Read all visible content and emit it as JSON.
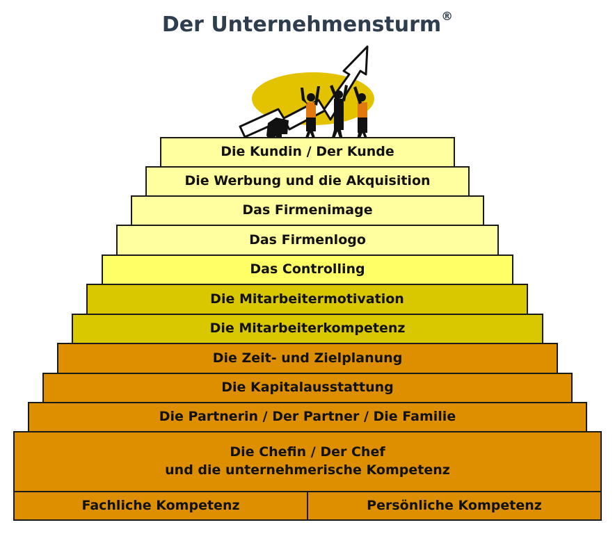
{
  "title": "Der Unternehmensturm",
  "title_mark": "®",
  "steps": [
    "Die Kundin / Der Kunde",
    "Die Werbung und die Akquisition",
    "Das Firmenimage",
    "Das Firmenlogo",
    "Das Controlling",
    "Die Mitarbeitermotivation",
    "Die Mitarbeiterkompetenz",
    "Die Zeit- und Zielplanung",
    "Die Kapitalausstattung",
    "Die Partnerin / Der Partner / Die Familie"
  ],
  "base": {
    "line1": "Die Chefin / Der Chef",
    "line2": "und die unternehmerische Kompetenz"
  },
  "foundation": {
    "left": "Fachliche Kompetenz",
    "right": "Persönliche Kompetenz"
  },
  "colors": {
    "pale": "#ffffa0",
    "bright": "#ffff66",
    "olive": "#d9c800",
    "orange": "#dd8f00",
    "title": "#2f3e4e"
  }
}
